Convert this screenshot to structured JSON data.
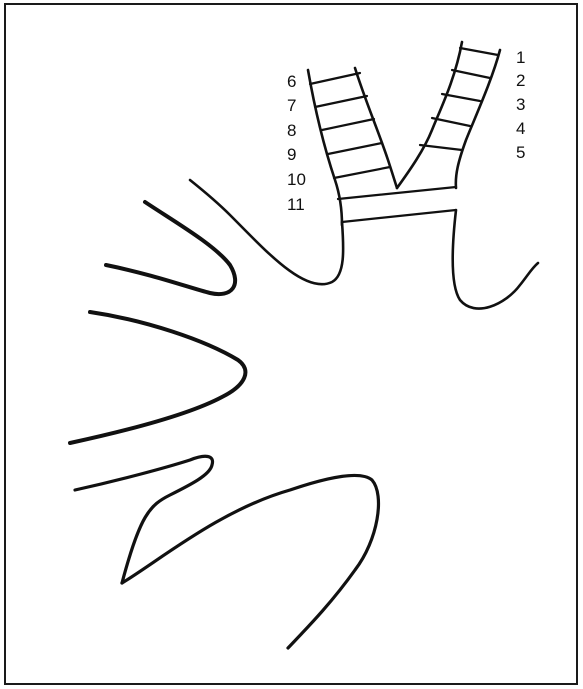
{
  "labels": {
    "right_strand": [
      "1",
      "2",
      "3",
      "4",
      "5"
    ],
    "left_strand": [
      "6",
      "7",
      "8",
      "9",
      "10",
      "11"
    ]
  }
}
